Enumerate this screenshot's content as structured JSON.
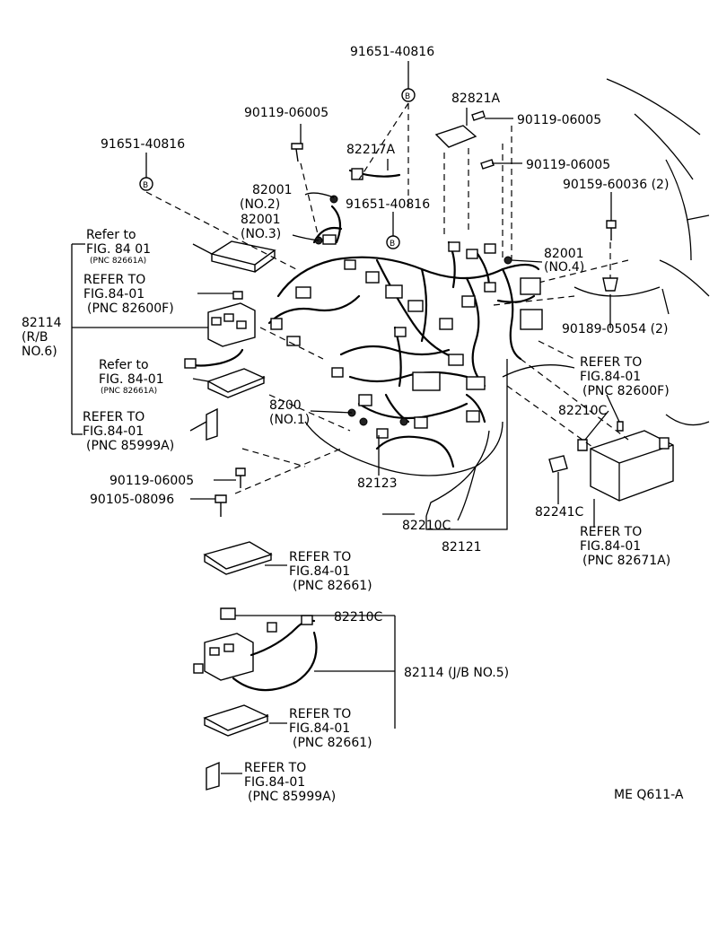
{
  "drawing_code": "ME Q611-A",
  "callouts": {
    "c01": "91651-40816",
    "c02": "82821A",
    "c03": "90119-06005",
    "c04": "90119-06005",
    "c05": "91651-40816",
    "c06": "82217A",
    "c07": "90119-06005",
    "c08a": "82001",
    "c08b": "(NO.2)",
    "c09": "91651-40816",
    "c10": "90159-60036 (2)",
    "c11a": "82001",
    "c11b": "(NO.3)",
    "c12a": "Refer to",
    "c12b": "FIG. 84 01",
    "c12c": "(PNC 82661A)",
    "c13a": "82001",
    "c13b": "(NO.4)",
    "c14a": "REFER TO",
    "c14b": "FIG.84-01",
    "c14c": "(PNC 82600F)",
    "c15a": "82114",
    "c15b": "(R/B",
    "c15c": "NO.6)",
    "c16": "90189-05054 (2)",
    "c17a": "Refer to",
    "c17b": "FIG. 84-01",
    "c17c": "(PNC 82661A)",
    "c18a": "REFER TO",
    "c18b": "FIG.84-01",
    "c18c": "(PNC 82600F)",
    "c19a": "8200",
    "c19b": "(NO.1)",
    "c20": "82210C",
    "c21a": "REFER TO",
    "c21b": "FIG.84-01",
    "c21c": "(PNC 85999A)",
    "c22": "82123",
    "c23": "90119-06005",
    "c24": "90105-08096",
    "c25": "82241C",
    "c26": "82210C",
    "c27a": "REFER TO",
    "c27b": "FIG.84-01",
    "c27c": "(PNC 82671A)",
    "c28": "82121",
    "c29a": "REFER TO",
    "c29b": "FIG.84-01",
    "c29c": "(PNC 82661)",
    "c30": "82210C",
    "c31": "82114 (J/B NO.5)",
    "c32a": "REFER TO",
    "c32b": "FIG.84-01",
    "c32c": "(PNC 82661)",
    "c33a": "REFER TO",
    "c33b": "FIG.84-01",
    "c33c": "(PNC 85999A)"
  }
}
